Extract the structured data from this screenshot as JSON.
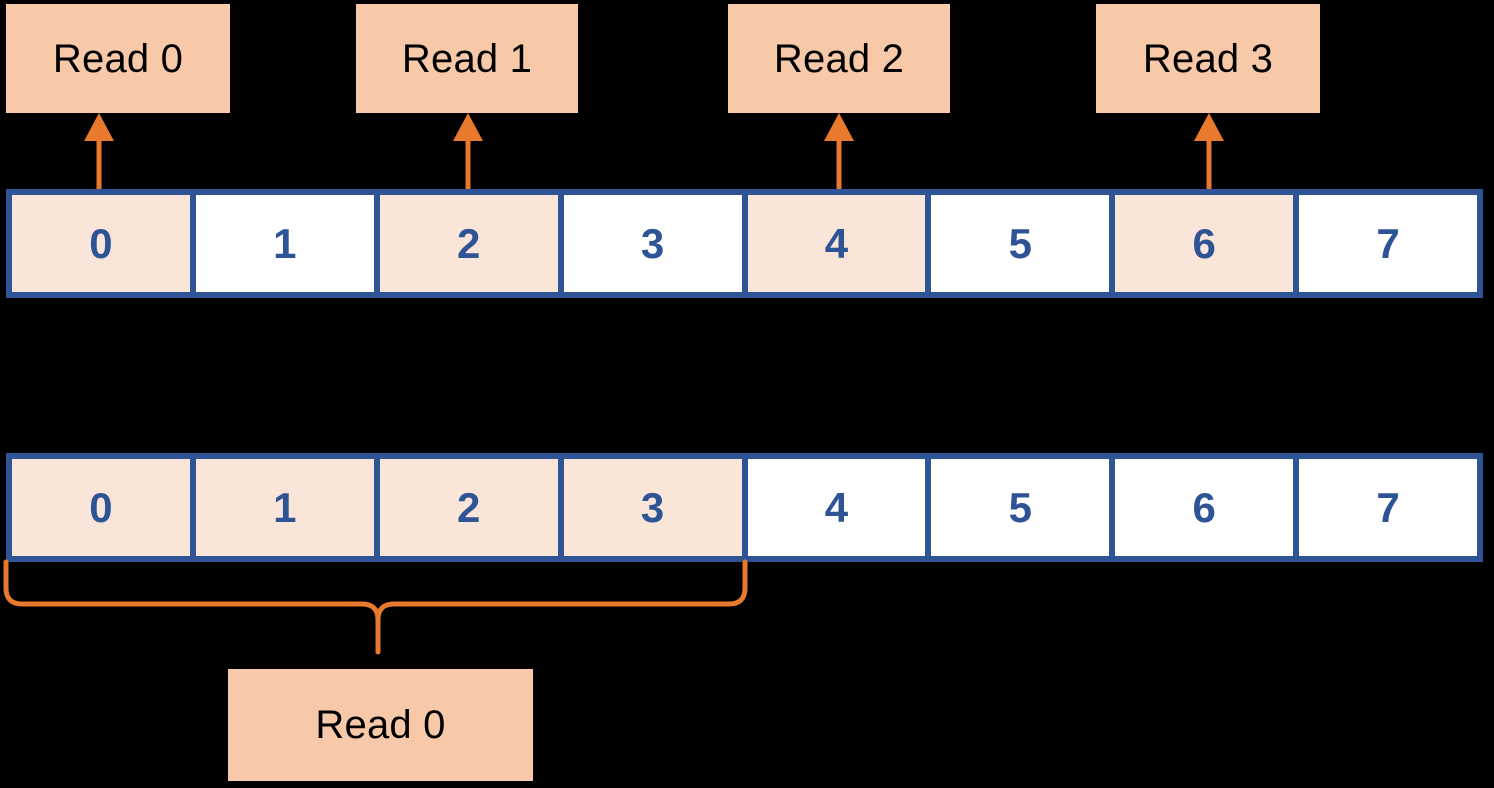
{
  "diagram": {
    "title_colors": {
      "box_fill": "#F8C9A8",
      "array_border": "#2E5496",
      "cell_highlight": "#FAE5D9",
      "cell_plain": "#FFFFFF",
      "arrow": "#E8792D",
      "number_text": "#2E5496",
      "background": "#000000"
    },
    "top_labels": [
      {
        "text": "Read 0"
      },
      {
        "text": "Read 1"
      },
      {
        "text": "Read 2"
      },
      {
        "text": "Read 3"
      }
    ],
    "array_top": {
      "cells": [
        {
          "value": "0",
          "highlighted": true
        },
        {
          "value": "1",
          "highlighted": false
        },
        {
          "value": "2",
          "highlighted": true
        },
        {
          "value": "3",
          "highlighted": false
        },
        {
          "value": "4",
          "highlighted": true
        },
        {
          "value": "5",
          "highlighted": false
        },
        {
          "value": "6",
          "highlighted": true
        },
        {
          "value": "7",
          "highlighted": false
        }
      ]
    },
    "array_bottom": {
      "cells": [
        {
          "value": "0",
          "highlighted": true
        },
        {
          "value": "1",
          "highlighted": true
        },
        {
          "value": "2",
          "highlighted": true
        },
        {
          "value": "3",
          "highlighted": true
        },
        {
          "value": "4",
          "highlighted": false
        },
        {
          "value": "5",
          "highlighted": false
        },
        {
          "value": "6",
          "highlighted": false
        },
        {
          "value": "7",
          "highlighted": false
        }
      ]
    },
    "bottom_label": {
      "text": "Read 0"
    }
  }
}
